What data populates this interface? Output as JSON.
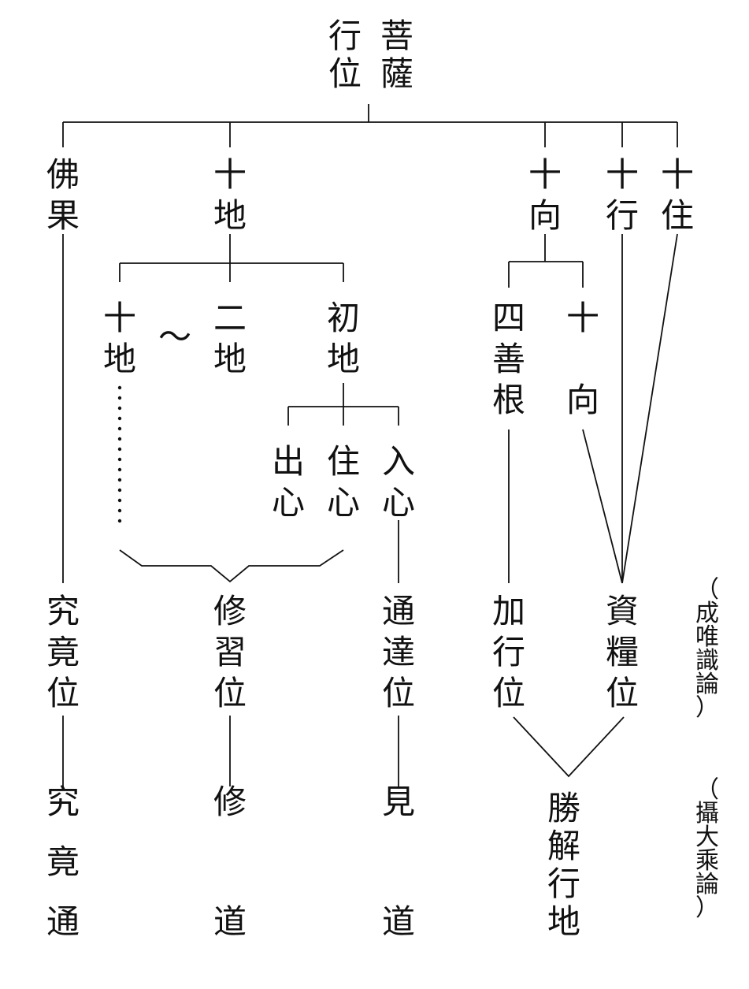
{
  "root": {
    "col_left": "行位",
    "col_right": "菩薩"
  },
  "stages": {
    "fruit": "佛果",
    "ten_grounds": "十地",
    "ten_dedications": "十向",
    "ten_practices": "十行",
    "ten_abodes": "十住"
  },
  "grounds": {
    "tenth": "十地",
    "tilde": "～",
    "second": "二地",
    "first": "初地",
    "minds": {
      "exit": "出心",
      "abide": "住心",
      "enter": "入心"
    }
  },
  "dedication_split": {
    "roots": "四善根",
    "dedication": "十向"
  },
  "positions": {
    "ultimate": "究竟位",
    "cultivation": "修習位",
    "penetration": "通達位",
    "application": "加行位",
    "provision": "資糧位",
    "source_label": "（成唯識論）"
  },
  "paths": {
    "ultimate": "究竟通",
    "cultivation": "修道",
    "seeing": "見道",
    "resolve": "勝解行地",
    "source_label": "（攝大乘論）"
  }
}
